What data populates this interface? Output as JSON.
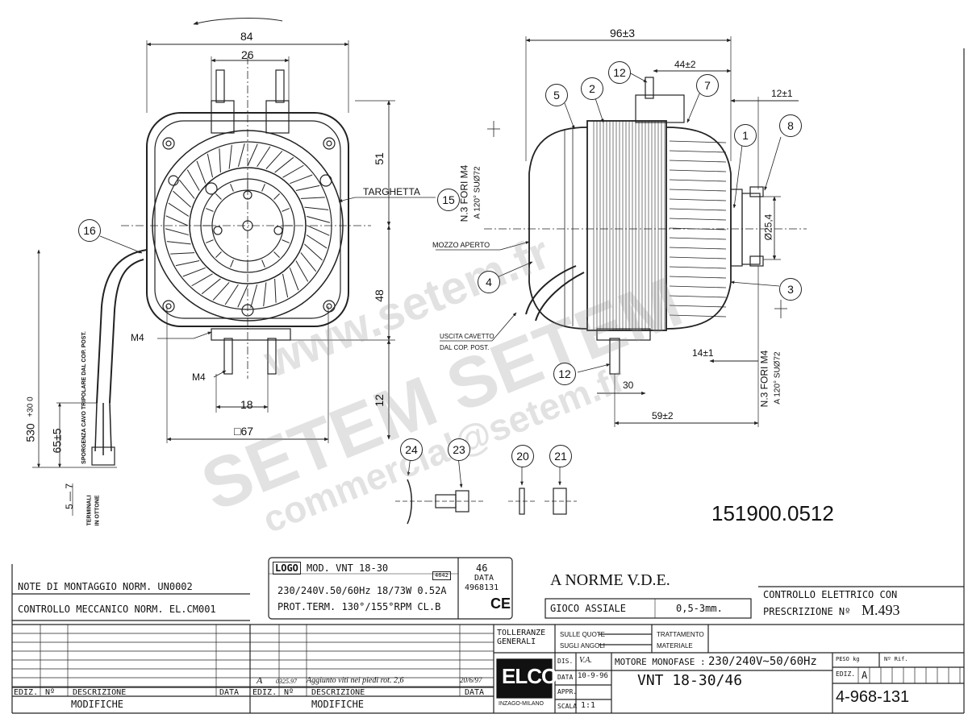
{
  "dims": {
    "width_84": "84",
    "width_26": "26",
    "height_51": "51",
    "height_48": "48",
    "height_12": "12",
    "m4_a": "M4",
    "m4_b": "M4",
    "dim_18": "18",
    "square_67": "□67",
    "length_96": "96±3",
    "dim_44": "44±2",
    "dim_12": "12±1",
    "dim_25": "Ø25,4",
    "dim_14": "14±1",
    "dim_30": "30",
    "dim_59": "59±2",
    "cable_530": "530",
    "cable_tol": "+30\n0",
    "cable_65": "65±5",
    "cable_5_7": "5 — 7"
  },
  "labels": {
    "targhetta": "TARGHETTA",
    "mozzo": "MOZZO APERTO",
    "uscita1": "USCITA CAVETTO",
    "uscita2": "DAL COP. POST.",
    "fori_top": "N.3 FORI M4",
    "fori_top2": "A 120° SUØ72",
    "fori_bot": "N.3 FORI M4",
    "fori_bot2": "A 120° SUØ72",
    "sporgenza": "SPORGENZA CAVO TRIPOLARE DAL COP. POST.",
    "terminali1": "TERMINALI",
    "terminali2": "IN OTTONE"
  },
  "balloons": [
    "5",
    "2",
    "12",
    "7",
    "1",
    "8",
    "15",
    "16",
    "4",
    "3",
    "12",
    "24",
    "23",
    "20",
    "21"
  ],
  "part_number": "151900.0512",
  "plate": {
    "logo": "LOGO",
    "model": "MOD.  VNT 18-30",
    "badge": "4642",
    "line2": "230/240V.50/60Hz 18/73W 0.52A",
    "line3": "PROT.TERM. 130°/155°RPM CL.B",
    "data_num": "46",
    "data_label": "DATA",
    "data_code": "4968131",
    "ce": "CE"
  },
  "norme": "A NORME V.D.E.",
  "gioco_label": "GIOCO ASSIALE",
  "gioco_value": "0,5-3mm.",
  "controllo_el_1": "CONTROLLO ELETTRICO CON",
  "controllo_el_2": "PRESCRIZIONE Nº",
  "controllo_el_code": "M.493",
  "note_1": "NOTE DI MONTAGGIO NORM. UN0002",
  "note_2": "CONTROLLO MECCANICO NORM. EL.CM001",
  "title_block": {
    "tolleranze": "TOLLERANZE\nGENERALI",
    "sulle_quote": "SULLE QUOTE",
    "sugli_angoli": "SUGLI ANGOLI",
    "trattamento": "TRATTAMENTO",
    "materiale": "MATERIALE",
    "dis": "DIS.",
    "dis_val": "V.A.",
    "data": "DATA",
    "data_val": "10-9-96",
    "appr": "APPR.",
    "scala": "SCALA",
    "scala_val": "1:1",
    "elco": "ELCO",
    "inzago": "INZAGO-MILANO",
    "motore_label": "MOTORE MONOFASE :",
    "motore_val": "230/240V~50/60Hz",
    "model": "VNT  18-30/46",
    "peso": "PESO kg",
    "nrif": "Nº Rif.",
    "ediz": "EDIZ.",
    "ediz_val": "A",
    "drawing_no": "4-968-131"
  },
  "mods": {
    "ediz": "EDIZ.",
    "n": "Nº",
    "descrizione": "DESCRIZIONE",
    "data": "DATA",
    "modifiche": "MODIFICHE",
    "row_ediz": "A",
    "row_n": "0325.97",
    "row_desc": "Aggiunto viti nei piedi rot. 2,6",
    "row_date": "20/6/97"
  },
  "watermark": {
    "line1": "www.setem.fr",
    "line2": "SETEM  SETEM",
    "line3": "commercial@setem.fr"
  }
}
